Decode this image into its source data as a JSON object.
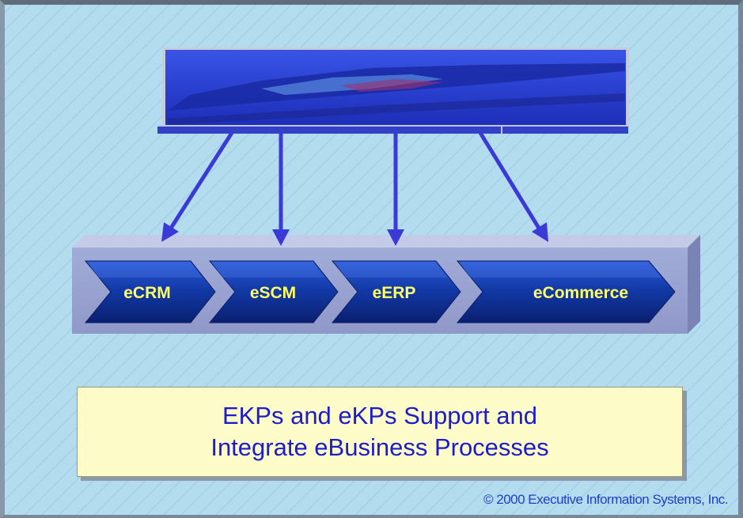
{
  "diagram": {
    "processes": [
      {
        "label": "eCRM"
      },
      {
        "label": "eSCM"
      },
      {
        "label": "eERP"
      },
      {
        "label": "eCommerce"
      }
    ]
  },
  "caption": {
    "line1": "EKPs and eKPs Support and",
    "line2": "Integrate eBusiness Processes"
  },
  "footer": {
    "copyright": "© 2000 Executive Information Systems, Inc."
  },
  "colors": {
    "background": "#b3dcef",
    "arrow": "#3a3ad6",
    "chevron": "#1436a8",
    "label": "#ffff66",
    "caption_text": "#1c1ccd",
    "caption_bg": "#fdfcc9"
  }
}
